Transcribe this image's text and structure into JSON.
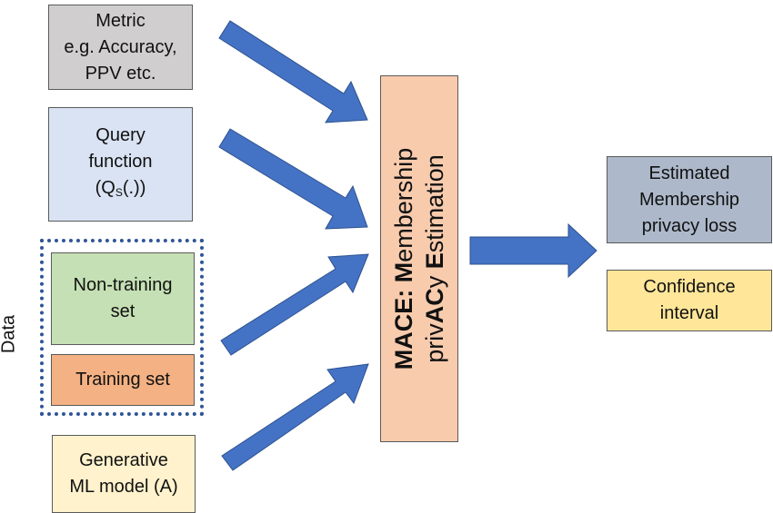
{
  "metric": {
    "line1": "Metric",
    "line2": "e.g. Accuracy,",
    "line3": "PPV etc."
  },
  "query": {
    "line1": "Query",
    "line2": "function",
    "line3_pre": "(Q",
    "line3_sub": "S",
    "line3_post": "(.))"
  },
  "data": {
    "label": "Data",
    "nontraining": {
      "line1": "Non-training",
      "line2": "set"
    },
    "training": "Training set"
  },
  "generative": {
    "line1": "Generative",
    "line2": "ML model (A)"
  },
  "mace": {
    "line1_bold": "MACE: M",
    "line1_rest": "embership",
    "line2_a": "priv",
    "line2_b": "AC",
    "line2_c": "y ",
    "line2_d": "E",
    "line2_e": "stimation"
  },
  "outputs": {
    "estimated": {
      "line1": "Estimated",
      "line2": "Membership",
      "line3": "privacy loss"
    },
    "confidence": {
      "line1": "Confidence",
      "line2": "interval"
    }
  },
  "colors": {
    "arrow": "#4472c4",
    "metric_fill": "#d0cece",
    "query_fill": "#dae3f3",
    "nontraining_fill": "#c5e0b4",
    "training_fill": "#f4b183",
    "generative_fill": "#fff2cc",
    "mace_fill": "#f8cbad",
    "estimated_fill": "#adb9ca",
    "confidence_fill": "#ffe699",
    "data_border": "#2f5597"
  }
}
